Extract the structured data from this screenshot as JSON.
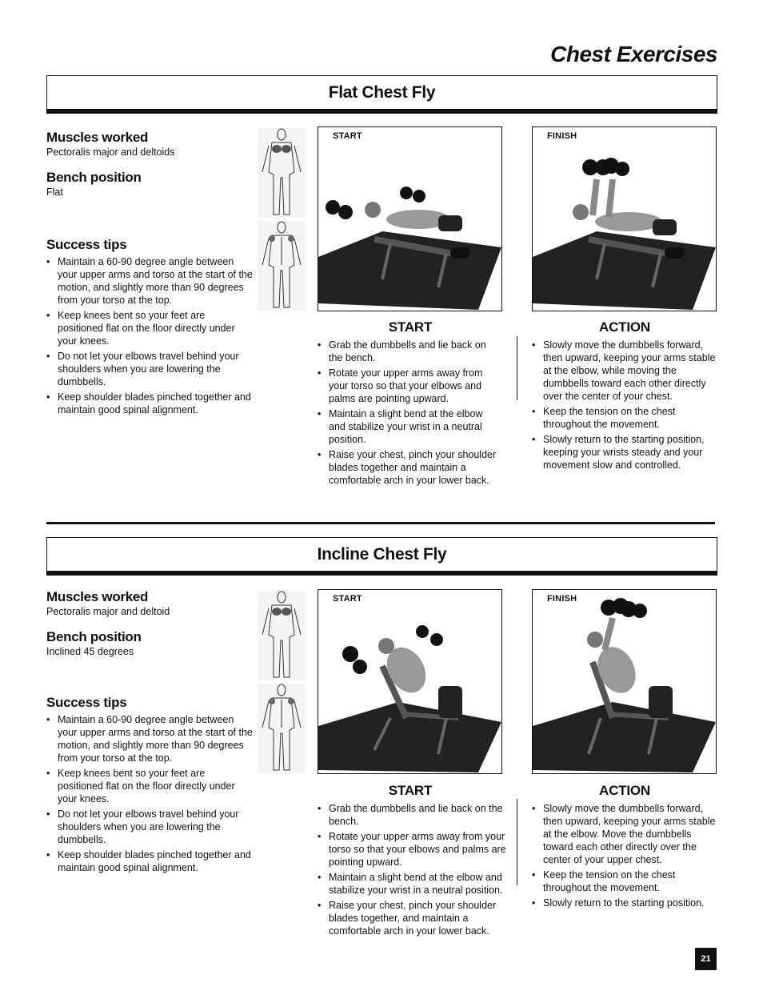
{
  "page": {
    "title": "Chest Exercises",
    "page_number": "21"
  },
  "sections": [
    {
      "heading": "Flat Chest Fly",
      "muscles_label": "Muscles worked",
      "muscles_value": "Pectoralis major and deltoids",
      "bench_label": "Bench position",
      "bench_value": "Flat",
      "tips_label": "Success tips",
      "tips": [
        "Maintain a 60-90 degree angle between your upper arms and torso at the start of the motion, and slightly more than 90 degrees from your torso at the top.",
        "Keep knees bent so your feet are positioned flat on the floor directly under your knees.",
        "Do not let your elbows travel behind your shoulders when you are lowering the dumbbells.",
        "Keep shoulder blades pinched together and maintain good spinal alignment."
      ],
      "photo_start_label": "START",
      "photo_finish_label": "FINISH",
      "start_heading": "START",
      "start_items": [
        "Grab the dumbbells and lie back on the bench.",
        "Rotate your upper arms away from your torso so that your elbows and palms are pointing upward.",
        "Maintain a slight bend at the elbow and stabilize your wrist in a neutral position.",
        "Raise your chest, pinch your shoulder blades together and maintain a comfortable arch in your lower back."
      ],
      "action_heading": "ACTION",
      "action_items": [
        "Slowly move the dumbbells forward, then upward, keeping your arms stable at the elbow, while moving the dumbbells toward each other directly over the center of your chest.",
        "Keep the tension on the chest throughout the movement.",
        "Slowly return to the starting position, keeping your wrists steady and your movement slow and controlled."
      ]
    },
    {
      "heading": "Incline Chest Fly",
      "muscles_label": "Muscles worked",
      "muscles_value": "Pectoralis major and deltoid",
      "bench_label": "Bench position",
      "bench_value": "Inclined 45 degrees",
      "tips_label": "Success tips",
      "tips": [
        "Maintain a 60-90 degree angle between your upper arms and torso at the start of the motion, and slightly more than 90 degrees from your torso at the top.",
        "Keep knees bent so your feet are positioned flat on the floor directly under your knees.",
        "Do not let your elbows travel behind your shoulders when you are lowering the dumbbells.",
        "Keep shoulder blades pinched together and maintain good spinal alignment."
      ],
      "photo_start_label": "START",
      "photo_finish_label": "FINISH",
      "start_heading": "START",
      "start_items": [
        "Grab the dumbbells and lie back on the bench.",
        "Rotate your upper arms away from your torso so that your elbows and palms are pointing upward.",
        "Maintain a slight bend at the elbow and stabilize your wrist in a neutral position.",
        "Raise your chest, pinch your shoulder blades together, and maintain a comfortable arch in your lower back."
      ],
      "action_heading": "ACTION",
      "action_items": [
        "Slowly move the dumbbells forward, then upward, keeping your arms stable at the elbow. Move the dumbbells toward each other directly over the center of your upper chest.",
        "Keep the tension on the chest throughout the movement.",
        "Slowly return to the starting position."
      ]
    }
  ]
}
